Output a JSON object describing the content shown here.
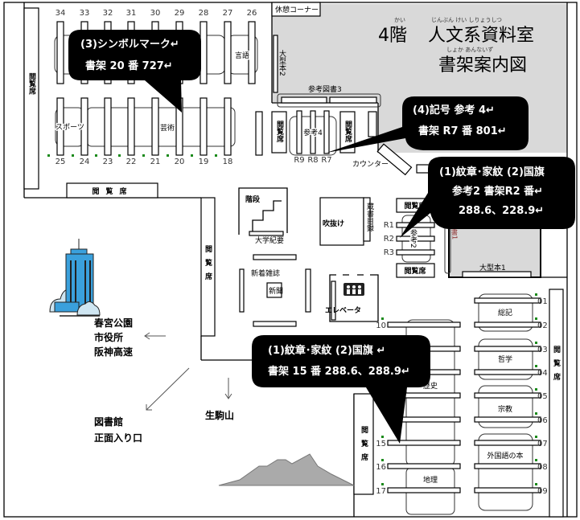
{
  "title": {
    "floor": "4階",
    "floor_ruby": "かい",
    "room": "人文系資料室",
    "room_ruby": "じんぶん けい しりょうしつ",
    "subtitle": "書架案内図",
    "subtitle_ruby": "しょか あんないず"
  },
  "areas": {
    "rest_corner": "休憩コーナー",
    "large_books_2": "大型本2",
    "reference_3": "参考図書3",
    "reference_4": "参考4",
    "reference_2": "参考2",
    "counter": "カウンター",
    "stairs": "階段",
    "university_bulletins": "大学紀要",
    "atrium": "吹抜け",
    "catalog": "蔵書目録",
    "new_magazines": "新着雑誌",
    "newspapers": "新聞",
    "elevator": "エレベータ",
    "large_books_1": "大型本1",
    "shelf_1_partial": "書1",
    "reading_seats": "閲覧席",
    "sports": "スポーツ",
    "arts": "芸術",
    "language": "言語",
    "history": "歴史",
    "geography": "地理",
    "general": "総記",
    "philosophy": "哲学",
    "religion": "宗教",
    "foreign_books": "外国語の本"
  },
  "shelves": {
    "top_row": [
      "34",
      "33",
      "32",
      "31",
      "30",
      "29",
      "28",
      "27",
      "26"
    ],
    "bottom_row": [
      "25",
      "24",
      "23",
      "22",
      "21",
      "20",
      "19",
      "18"
    ],
    "reference_4": [
      "R9",
      "R8",
      "R7"
    ],
    "reference_2": [
      "R1",
      "R2",
      "R3"
    ],
    "left_column": [
      "10",
      "15",
      "16",
      "17"
    ],
    "right_column": [
      "01",
      "02",
      "03",
      "04",
      "05",
      "06",
      "07",
      "08",
      "09"
    ]
  },
  "directions": {
    "park": "春宮公園",
    "city_hall": "市役所",
    "expressway": "阪神高速",
    "library": "図書館",
    "entrance": "正面入り口",
    "mountain": "生駒山"
  },
  "callouts": {
    "symbol": {
      "line1": "(3)シンボルマーク↵",
      "line2": "書架 20 番  727↵"
    },
    "code": {
      "line1": "(4)記号  参考 4↵",
      "line2": "書架 R7 番  801↵"
    },
    "ref2": {
      "line1": "(1)紋章･家紋 (2)国旗",
      "line2": "参考2   書架R2 番↵",
      "line3": "288.6、228.9↵"
    },
    "shelf15": {
      "line1": "(1)紋章･家紋 (2)国旗 ↵",
      "line2": "書架 15 番   288.6、288.9↵"
    }
  },
  "colors": {
    "gray_zone": "#d9d9d9",
    "building": "#3aa0dc",
    "marker": "#1a8a1a"
  }
}
